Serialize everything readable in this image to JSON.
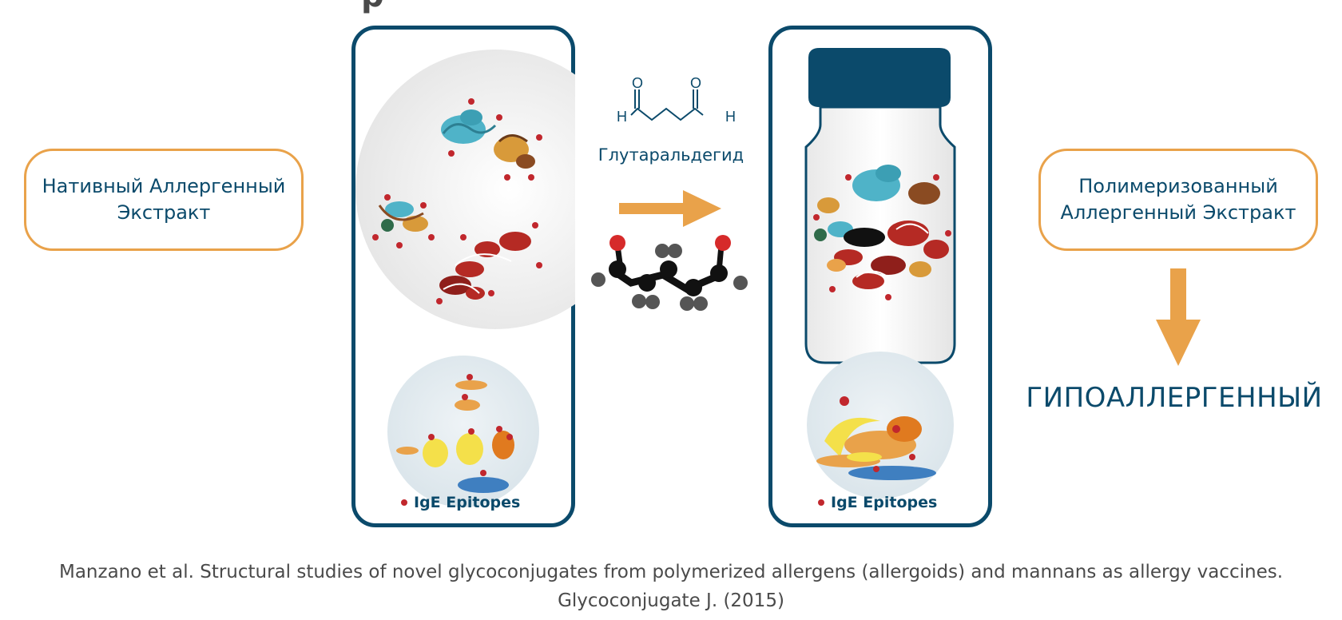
{
  "left_label": {
    "line1": "Нативный Аллергенный",
    "line2": "Экстракт"
  },
  "right_label": {
    "line1": "Полимеризованный",
    "line2": "Аллергенный Экстракт"
  },
  "reagent": {
    "name": "Глутаральдегид",
    "atom_o": "O",
    "atom_h": "H"
  },
  "legend": {
    "epitopes": "IgE Epitopes"
  },
  "result": "ГИПОАЛЛЕРГЕННЫЙ",
  "citation": {
    "line1": "Manzano et al. Structural studies of novel glycoconjugates from polymerized allergens (allergoids) and mannans as allergy vaccines.",
    "line2": "Glycoconjugate J. (2015)"
  },
  "colors": {
    "navy": "#0b4a6b",
    "orange": "#e9a24a",
    "epitope_red": "#c1272d",
    "teal": "#4fb3c8",
    "protein_red": "#b52a24",
    "yellow": "#f4e04a"
  }
}
